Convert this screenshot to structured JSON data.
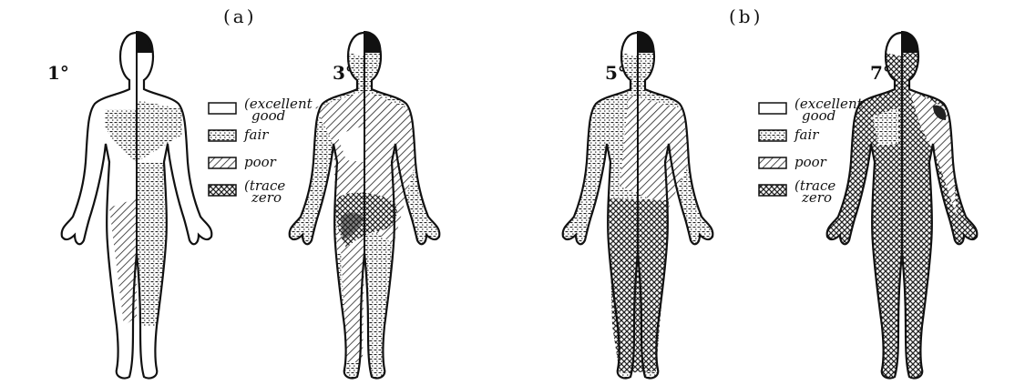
{
  "panels": [
    {
      "label": "(a)"
    },
    {
      "label": "(b)"
    }
  ],
  "figures": [
    {
      "degree": "1°"
    },
    {
      "degree": "3°"
    },
    {
      "degree": "5°"
    },
    {
      "degree": "7°"
    }
  ],
  "legend": {
    "items": [
      {
        "line1": "(excellent",
        "line2": "good",
        "pattern": "white"
      },
      {
        "line1": "fair",
        "line2": "",
        "pattern": "dots"
      },
      {
        "line1": "poor",
        "line2": "",
        "pattern": "hatch"
      },
      {
        "line1": "(trace",
        "line2": "zero",
        "pattern": "cross"
      }
    ]
  }
}
